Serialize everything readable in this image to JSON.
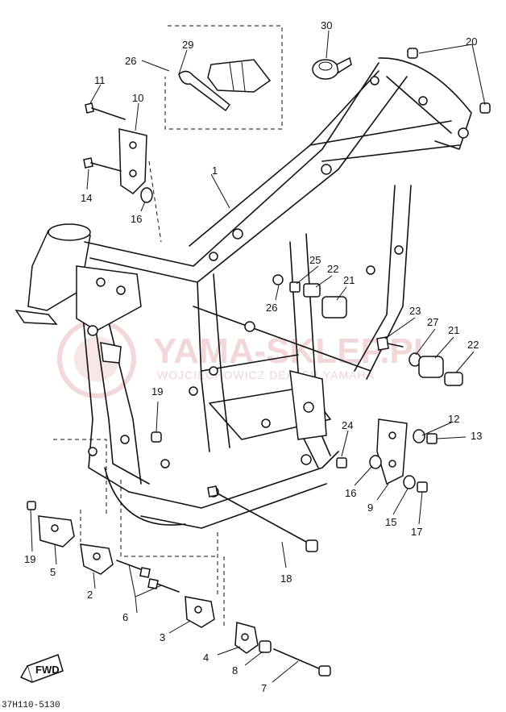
{
  "watermark": {
    "main": "YAMA-SKLEP.PL",
    "sub": "WOJCIECHOWICZ DEALER YAMAHA"
  },
  "diagram_code": "37H110-5130",
  "fwd_label": "FWD",
  "callouts": {
    "c1": "1",
    "c2": "2",
    "c3": "3",
    "c4": "4",
    "c5": "5",
    "c6": "6",
    "c7": "7",
    "c8": "8",
    "c9": "9",
    "c10": "10",
    "c11": "11",
    "c12": "12",
    "c13": "13",
    "c14": "14",
    "c15": "15",
    "c16a": "16",
    "c16b": "16",
    "c17": "17",
    "c18": "18",
    "c19a": "19",
    "c19b": "19",
    "c20": "20",
    "c21a": "21",
    "c21b": "21",
    "c22a": "22",
    "c22b": "22",
    "c23": "23",
    "c24": "24",
    "c25": "25",
    "c26a": "26",
    "c26b": "26",
    "c27": "27",
    "c29": "29",
    "c30": "30"
  },
  "colors": {
    "line": "#111111",
    "watermark": "#e7b8b8"
  }
}
